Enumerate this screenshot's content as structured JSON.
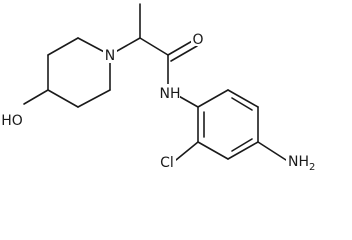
{
  "molecule": {
    "atom_labels": {
      "hydroxyl": "HO",
      "piperidine_nitrogen": "N",
      "carbonyl_oxygen": "O",
      "amide_nh": "NH",
      "chlorine": "Cl",
      "amino": "NH2"
    },
    "amino_main": "NH",
    "amino_subscript": "2"
  }
}
